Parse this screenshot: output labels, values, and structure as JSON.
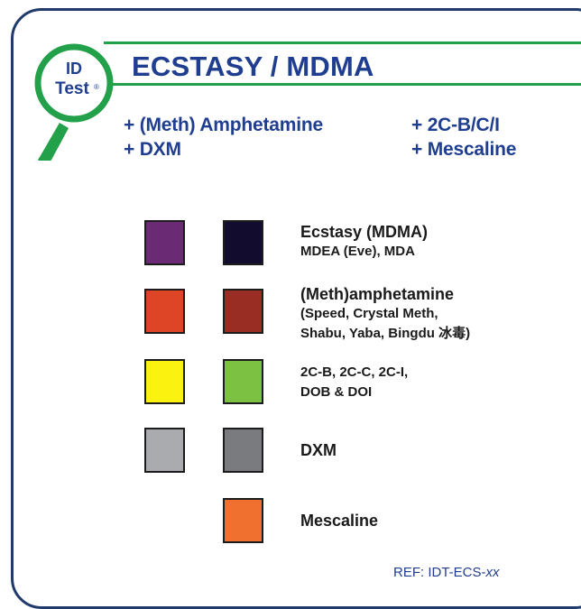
{
  "logo": {
    "line1": "ID",
    "line2": "Test",
    "mark": "®"
  },
  "title": "ECSTASY / MDMA",
  "also_detects": [
    "+ (Meth) Amphetamine",
    "+ 2C-B/C/I",
    "+ DXM",
    "+ Mescaline"
  ],
  "colors": {
    "brand_blue": "#1f3e8f",
    "brand_green": "#22a04a",
    "border_navy": "#1f3a6b"
  },
  "results": [
    {
      "label": "Ecstasy (MDMA)",
      "detail": [
        "MDEA (Eve), MDA"
      ],
      "colors": [
        "#6b2a74",
        "#120d2e"
      ]
    },
    {
      "label": "(Meth)amphetamine",
      "detail": [
        "(Speed, Crystal Meth,",
        "Shabu, Yaba, Bingdu 冰毒)"
      ],
      "colors": [
        "#de4426",
        "#9a2d23"
      ]
    },
    {
      "label": "2C-B, 2C-C, 2C-I,",
      "detail": [
        "DOB & DOI"
      ],
      "colors": [
        "#fbf20f",
        "#7cc142"
      ]
    },
    {
      "label": "DXM",
      "detail": [],
      "colors": [
        "#a9abaf",
        "#7a7b7f"
      ]
    },
    {
      "label": "Mescaline",
      "detail": [],
      "colors": [
        null,
        "#f07030"
      ]
    }
  ],
  "reference": {
    "prefix": "REF: IDT-ECS-",
    "suffix": "xx"
  }
}
